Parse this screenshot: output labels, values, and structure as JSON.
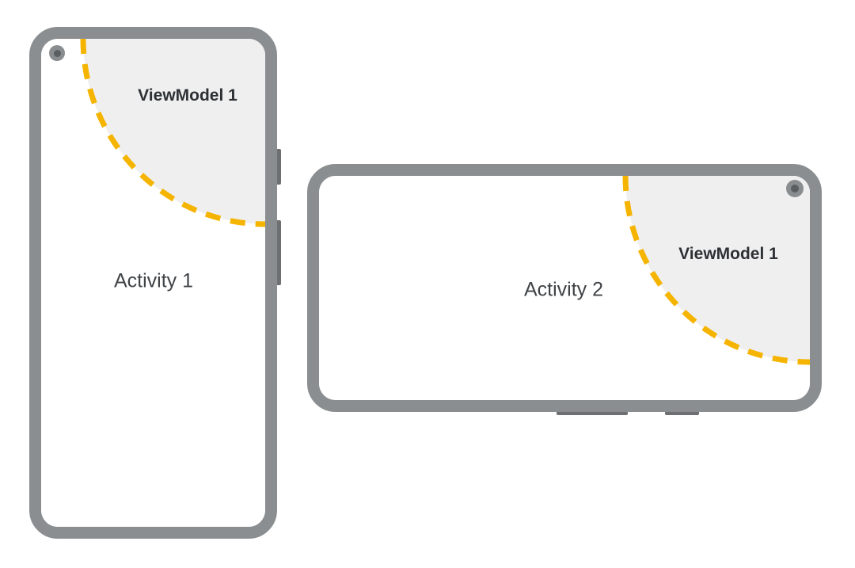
{
  "diagram": {
    "description": "Two phone mockups showing a ViewModel scope surviving rotation between activities",
    "background": "#ffffff"
  },
  "colors": {
    "frame": "#8B8E90",
    "hardware_button": "#6D7073",
    "screen": "#FFFFFF",
    "scope_fill": "#EFEFF0",
    "scope_dash": "#F5B400",
    "camera_ring": "#8A8D8F",
    "camera_lens": "#5B5E61",
    "viewmodel_text": "#2E3134",
    "activity_text": "#404447"
  },
  "icons": {
    "camera": "punch-hole-camera-icon",
    "power_button": "power-button",
    "volume_button": "volume-button"
  },
  "phones": [
    {
      "orientation": "portrait",
      "activity_label": "Activity 1",
      "viewmodel_label": "ViewModel 1"
    },
    {
      "orientation": "landscape",
      "activity_label": "Activity 2",
      "viewmodel_label": "ViewModel 1"
    }
  ]
}
